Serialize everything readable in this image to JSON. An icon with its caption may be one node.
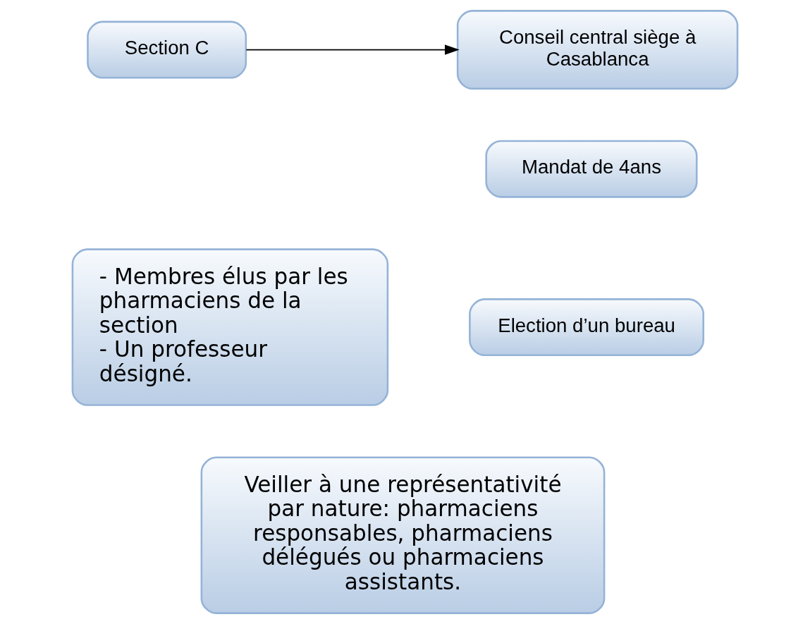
{
  "diagram": {
    "nodes": [
      {
        "text": [
          "Section C"
        ]
      },
      {
        "text": [
          "Conseil central siège à Casablanca"
        ]
      },
      {
        "text": [
          "- Membres élus par les pharmaciens de la section",
          "- Un professeur désigné."
        ]
      },
      {
        "text": [
          "Mandat de 4ans"
        ]
      },
      {
        "text": [
          "Election d’un bureau"
        ]
      },
      {
        "text": [
          "Veiller à une représentativité par nature: pharmaciens responsables, pharmaciens délégués ou pharmaciens assistants."
        ]
      }
    ],
    "edges": [
      {
        "from": 0,
        "to": 1,
        "arrow": "to"
      }
    ]
  }
}
